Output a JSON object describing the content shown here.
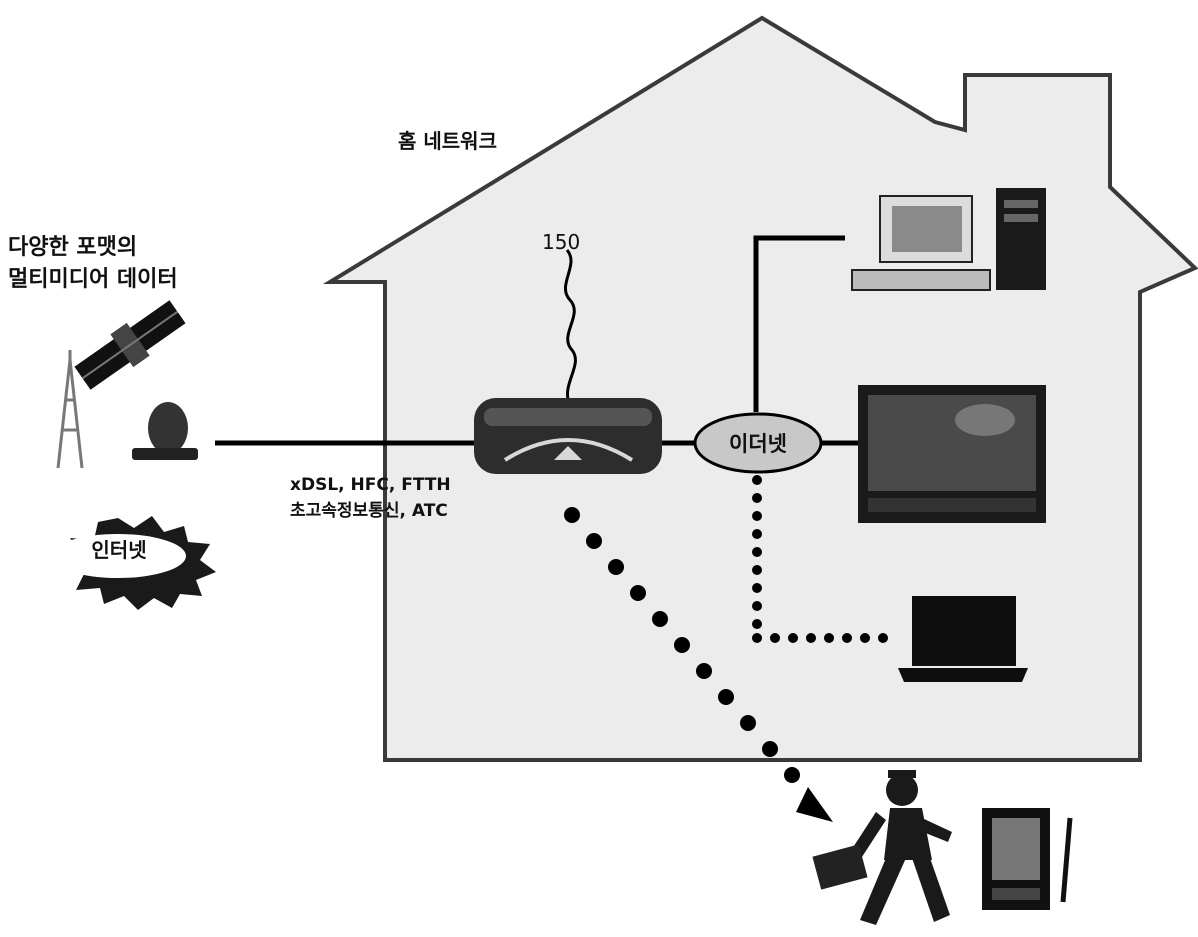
{
  "labels": {
    "home_network": "홈 네트워크",
    "device_id": "150",
    "ethernet": "이더넷",
    "internet": "인터넷",
    "access_line1": "xDSL, HFC, FTTH",
    "access_line2": "초고속정보통신, ATC",
    "services_line1": "다양한 포맷의",
    "services_line2": "멀티미디어 데이터"
  },
  "colors": {
    "house_fill": "#ececec",
    "house_outline": "#3a3a3a",
    "line": "#000000",
    "ethernet_fill": "#c8c8c8",
    "device_dark": "#1a1a1a"
  },
  "icons": {
    "satellite": "satellite-icon",
    "antenna": "antenna-tower-icon",
    "dish": "satellite-dish-icon",
    "gateway": "home-gateway-icon",
    "desktop": "desktop-computer-icon",
    "tv": "television-icon",
    "laptop": "laptop-icon",
    "person": "walking-person-icon",
    "pda": "pda-icon"
  }
}
